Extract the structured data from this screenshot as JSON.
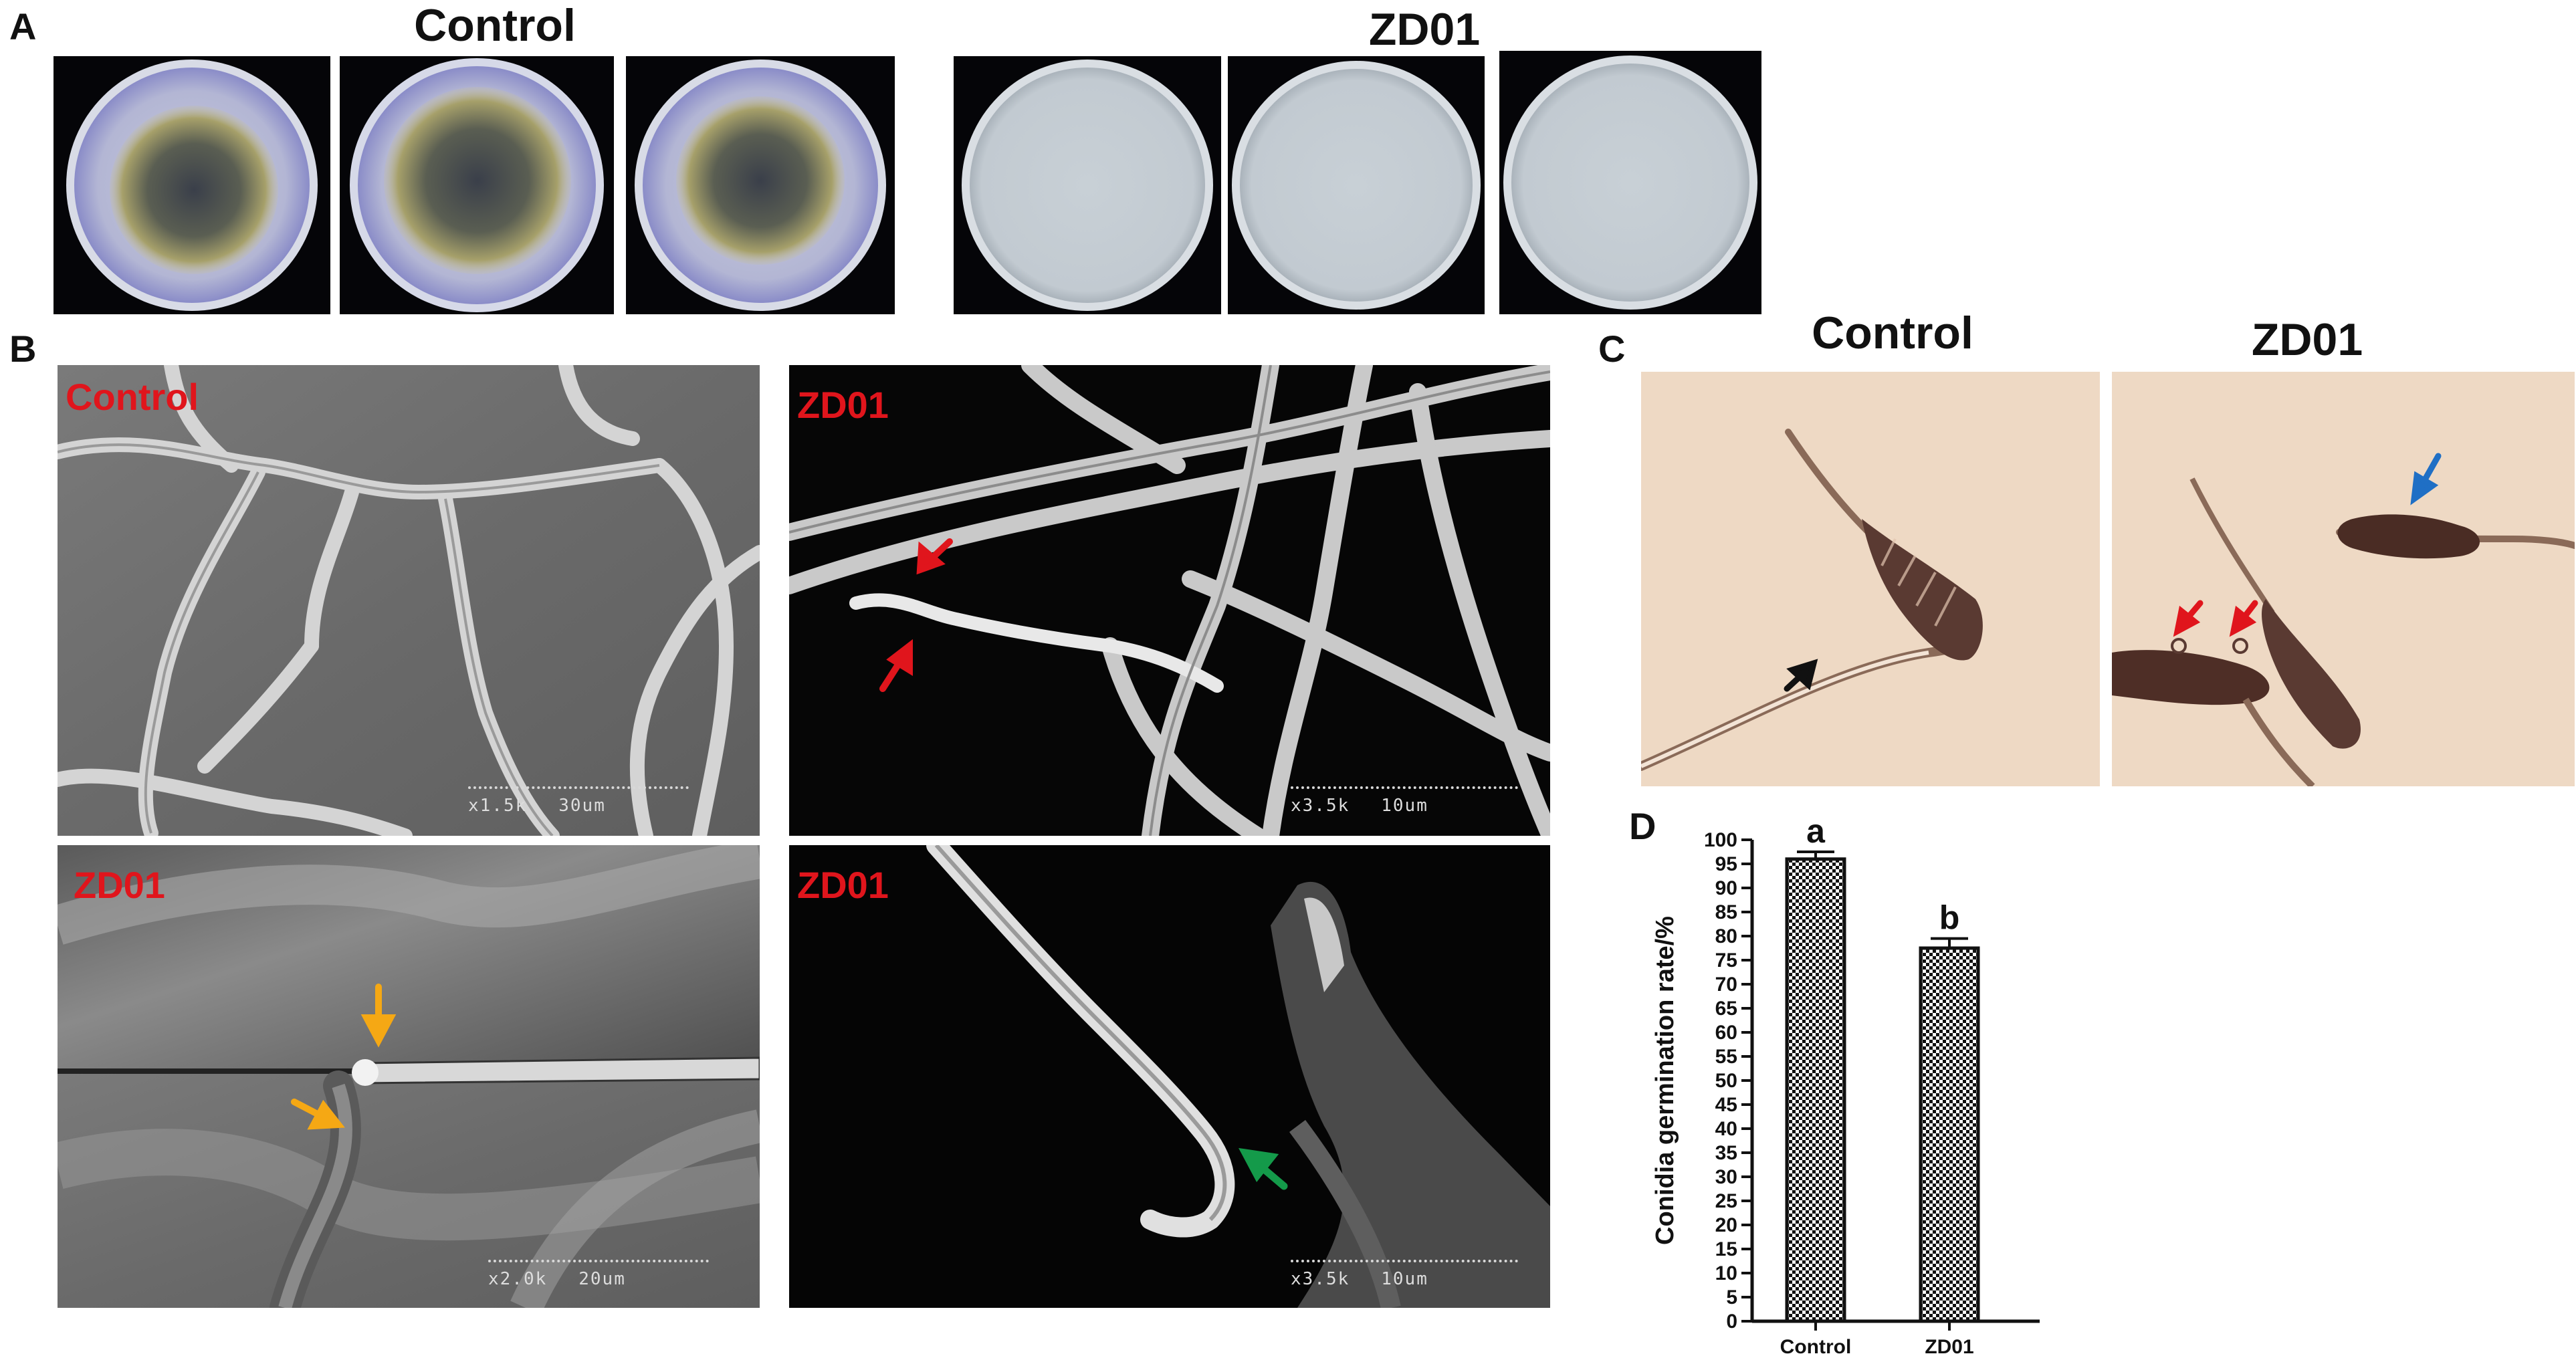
{
  "panels": {
    "A": {
      "label": "A",
      "headings": {
        "left": "Control",
        "right": "ZD01"
      }
    },
    "B": {
      "label": "B",
      "sem_labels": [
        "Control",
        "ZD01",
        "ZD01",
        "ZD01"
      ],
      "scales": [
        {
          "mag": "x1.5k",
          "len": "30um"
        },
        {
          "mag": "x3.5k",
          "len": "10um"
        },
        {
          "mag": "x2.0k",
          "len": "20um"
        },
        {
          "mag": "x3.5k",
          "len": "10um"
        }
      ]
    },
    "C": {
      "label": "C",
      "headings": {
        "left": "Control",
        "right": "ZD01"
      }
    },
    "D": {
      "label": "D"
    }
  },
  "colors": {
    "red_arrow": "#e0151c",
    "orange_arrow": "#f5a814",
    "green_arrow": "#149a4a",
    "blue_arrow": "#1f6fc5",
    "black_arrow": "#111111"
  },
  "chart_data": {
    "type": "bar",
    "categories": [
      "Control",
      "ZD01"
    ],
    "values": [
      96,
      77.5
    ],
    "errors": [
      1.5,
      2
    ],
    "significance": [
      "a",
      "b"
    ],
    "ylabel": "Conidia germination rate/%",
    "ylim": [
      0,
      100
    ],
    "yticks": [
      0,
      5,
      10,
      15,
      20,
      25,
      30,
      35,
      40,
      45,
      50,
      55,
      60,
      65,
      70,
      75,
      80,
      85,
      90,
      95,
      100
    ],
    "pattern": "checkerboard"
  }
}
